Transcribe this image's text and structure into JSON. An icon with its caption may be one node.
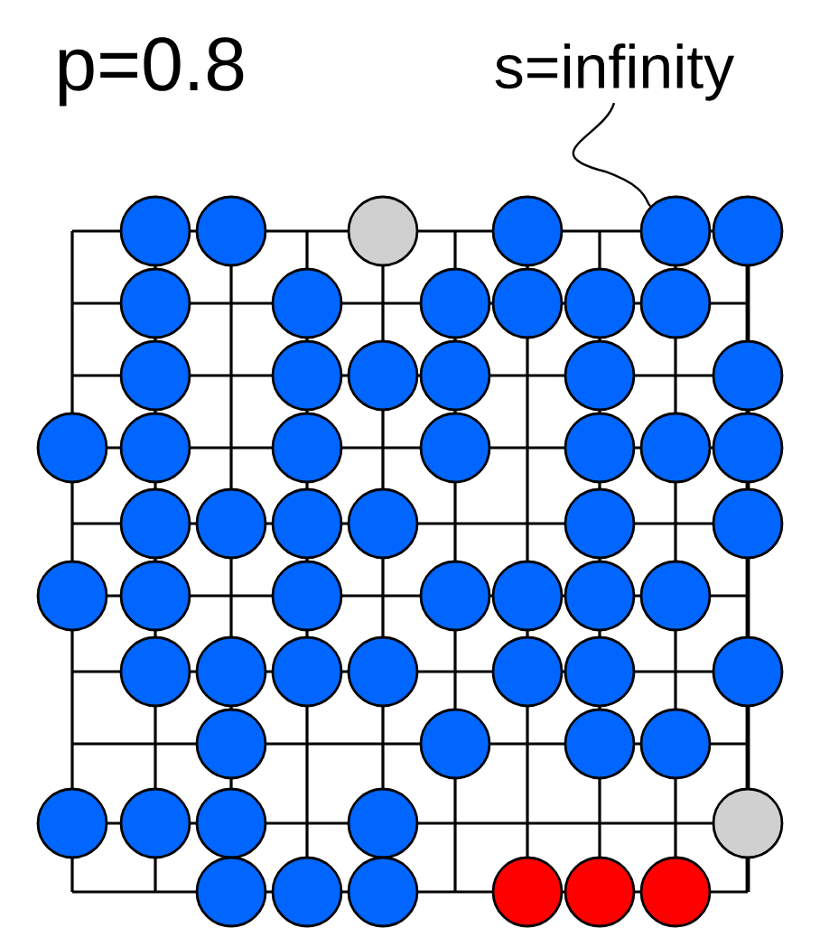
{
  "diagram": {
    "nodes": [
      {
        "text": [
          "s=infinity"
        ]
      },
      {
        "text": [],
        "shape": "circle"
      }
    ],
    "edges": [
      {
        "from": 0,
        "to": 1,
        "arrow": "none"
      }
    ],
    "labels": [
      "p=0.8"
    ]
  }
}
